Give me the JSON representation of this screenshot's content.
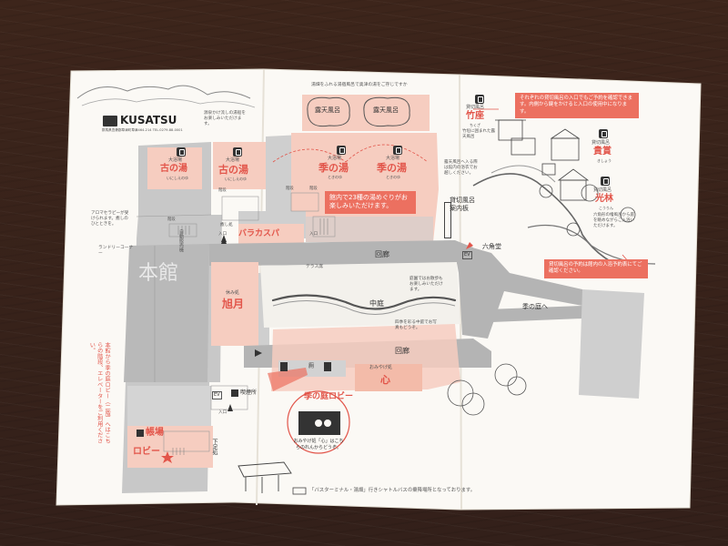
{
  "brand": {
    "logo_text": "KUSATSU",
    "subtitle": "群馬県吾妻郡草津町草津464-214 TEL.0279-88-0001"
  },
  "baths": {
    "rotenburo_intro": "湯畑をふれる湯宿風呂で奥津の湯をご存じですか",
    "rotenburo_1": "露天風呂",
    "rotenburo_2": "露天風呂",
    "furunoyu_1": {
      "kind": "大浴場",
      "name": "古の湯",
      "reading": "いにしえのゆ"
    },
    "furunoyu_2": {
      "kind": "大浴場",
      "name": "古の湯",
      "reading": "いにしえのゆ"
    },
    "kinoyu_1": {
      "kind": "大浴場",
      "name": "季の湯",
      "reading": "ときのゆ"
    },
    "kinoyu_2": {
      "kind": "大浴場",
      "name": "季の湯",
      "reading": "ときのゆ"
    },
    "seasonal_note": "館内で23種の湯めぐりがお楽しみいただけます。",
    "intro_note": "源泉かけ流しの湯船をお楽しみいただけます。",
    "rotenburo_note": "露天風呂へ入る際は館内の浴衣でお越しください。"
  },
  "private_baths": {
    "callout_top": "それぞれの貸切風呂の入口でもご予約を確認できます。内側から鍵をかけると入口の使用中になります。",
    "guide_board": "貸切風呂\n案内板",
    "chikuza": {
      "kind": "貸切風呂",
      "name": "竹座",
      "reading": "ちくざ",
      "note": "竹垣に囲まれた露天風呂"
    },
    "kisho": {
      "kind": "貸切風呂",
      "name": "貴賞",
      "reading": "きしょう"
    },
    "korin": {
      "kind": "貸切風呂",
      "name": "光林",
      "reading": "こうりん",
      "note": "六角形の檜風呂から庭を眺めながらご入浴いただけます。"
    },
    "callout_bottom": "貸切風呂の予約は館内の入浴予約表にてご確認ください。"
  },
  "areas": {
    "relaxation": "癒し処",
    "balance_spa": "バラカスパ",
    "aroma_note": "アロマセラピーが受けられます。癒しのひとときを。",
    "laundry": "ランドリーコーナー",
    "jihan": "自動販売機",
    "kyukeisho": "休み処",
    "kyokugetsu": "旭月",
    "terrace": "テラス席",
    "garden_note": "庭園ではお散歩もお楽しみいただけます。",
    "garden_season": "四季を彩る中庭でお写真もどうぞ。",
    "smoking": "喫煙所",
    "shop_label": "おみやげ処",
    "shop_name": "心",
    "lobby_name": "季の庭ロビー",
    "lobby_main": "ロビー",
    "front": "帳場",
    "entrance_1": "入口",
    "entrance_2": "入口",
    "entrance_3": "入口",
    "ev": "EV",
    "ev2": "EV",
    "genkan": "下足処",
    "vert_building": "本館",
    "rokkakudo": "六角堂",
    "nakaniwa": "中庭",
    "kairo_top": "回廊",
    "kairo_bottom": "回廊",
    "to_garden": "季の庭へ",
    "vert_note": "本館から季の庭ロビー（二階）へはこちらの階段、エレベーターをご利用ください。",
    "toilets": "厠",
    "stair_1": "階段",
    "stair_2": "階段",
    "stair_3": "階段",
    "stair_4": "階段"
  },
  "shop_bubble": "おみやげ処「心」はこちらのれんからどうぞ。",
  "footer": "「バスターミナル・湯畑」行きシャトルバスの乗降場所となっております。",
  "colors": {
    "accent": "#e2554a",
    "pink_fill": "#f6cdc0",
    "gray_fill": "#c5c5c5",
    "corridor_fill": "#b4b4b4",
    "paper": "#fbf9f5"
  }
}
